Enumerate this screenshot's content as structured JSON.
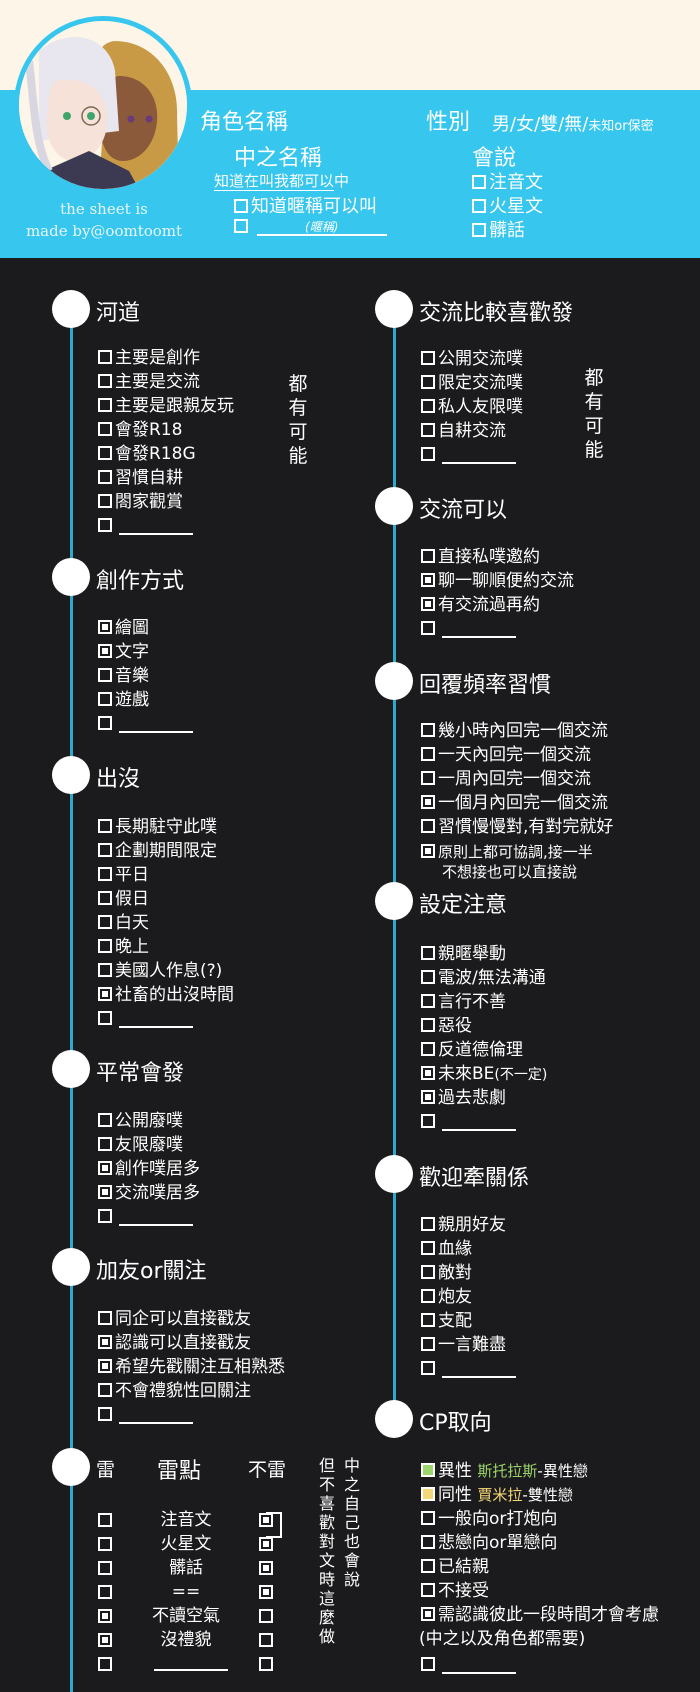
{
  "header": {
    "role_name": "角色名稱",
    "gender_label": "性別",
    "gender_options": "男/女/雙/無/",
    "gender_small": "未知or保密",
    "nickname_label": "中之名稱",
    "nickname_note_a": "知道在叫我都可以",
    "nickname_note_b": "中",
    "nickname_opt1": "知道暱稱可以叫",
    "nickname_blank_caption": "(暱稱)",
    "speak_label": "會說",
    "speak_opt1": "注音文",
    "speak_opt2": "火星文",
    "speak_opt3": "髒話",
    "credit_line1": "the sheet is",
    "credit_line2": "made by@oomtoomt"
  },
  "sections": {
    "hedao": {
      "title": "河道",
      "items": [
        "主要是創作",
        "主要是交流",
        "主要是跟親友玩",
        "會發R18",
        "會發R18G",
        "習慣自耕",
        "閤家觀賞"
      ],
      "checked": [
        false,
        false,
        false,
        false,
        false,
        false,
        false
      ],
      "note": [
        "都",
        "有",
        "可",
        "能"
      ]
    },
    "creation": {
      "title": "創作方式",
      "items": [
        "繪圖",
        "文字",
        "音樂",
        "遊戲"
      ],
      "checked": [
        true,
        true,
        false,
        false
      ]
    },
    "presence": {
      "title": "出沒",
      "items": [
        "長期駐守此噗",
        "企劃期間限定",
        "平日",
        "假日",
        "白天",
        "晚上",
        "美國人作息(?)",
        "社畜的出沒時間"
      ],
      "checked": [
        false,
        false,
        false,
        false,
        false,
        false,
        false,
        true
      ]
    },
    "posting": {
      "title": "平常會發",
      "items": [
        "公開廢噗",
        "友限廢噗",
        "創作噗居多",
        "交流噗居多"
      ],
      "checked": [
        false,
        false,
        true,
        true
      ]
    },
    "friend": {
      "title": "加友or關注",
      "items": [
        "同企可以直接戳友",
        "認識可以直接戳友",
        "希望先戳關注互相熟悉",
        "不會禮貌性回關注"
      ],
      "checked": [
        false,
        true,
        true,
        false
      ]
    },
    "exchange_pref": {
      "title": "交流比較喜歡發",
      "items": [
        "公開交流噗",
        "限定交流噗",
        "私人友限噗",
        "自耕交流"
      ],
      "checked": [
        false,
        false,
        false,
        false
      ],
      "note": [
        "都",
        "有",
        "可",
        "能"
      ]
    },
    "exchange_ok": {
      "title": "交流可以",
      "items": [
        "直接私噗邀約",
        "聊一聊順便約交流",
        "有交流過再約"
      ],
      "checked": [
        false,
        true,
        true
      ]
    },
    "reply": {
      "title": "回覆頻率習慣",
      "items": [
        "幾小時內回完一個交流",
        "一天內回完一個交流",
        "一周內回完一個交流",
        "一個月內回完一個交流",
        "習慣慢慢對,有對完就好"
      ],
      "checked": [
        false,
        false,
        false,
        true,
        false
      ],
      "extra_line1": "原則上都可協調,接一半",
      "extra_line2": "不想接也可以直接說"
    },
    "setting": {
      "title": "設定注意",
      "items": [
        "親暱舉動",
        "電波/無法溝通",
        "言行不善",
        "惡役",
        "反道德倫理",
        "未來BE",
        "過去悲劇"
      ],
      "checked": [
        false,
        false,
        false,
        false,
        false,
        true,
        true
      ],
      "be_note": "(不一定)"
    },
    "relation": {
      "title": "歡迎牽關係",
      "items": [
        "親朋好友",
        "血緣",
        "敵對",
        "炮友",
        "支配",
        "一言難盡"
      ],
      "checked": [
        false,
        false,
        false,
        false,
        false,
        false
      ]
    },
    "cp": {
      "title": "CP取向",
      "hetero_label": "異性",
      "hetero_name": "斯托拉斯",
      "hetero_suffix": "-異性戀",
      "homo_label": "同性",
      "homo_name": "賈米拉",
      "homo_suffix": "-雙性戀",
      "items": [
        "一般向or打炮向",
        "悲戀向or單戀向",
        "已結親",
        "不接受",
        "需認識彼此一段時間才會考慮"
      ],
      "checked": [
        false,
        false,
        false,
        false,
        true
      ],
      "last_note": "(中之以及角色都需要)"
    },
    "landmine": {
      "col1": "雷",
      "col2": "雷點",
      "col3": "不雷",
      "items": [
        "注音文",
        "火星文",
        "髒話",
        "==",
        "不讀空氣",
        "沒禮貌"
      ],
      "left_checked": [
        false,
        false,
        false,
        false,
        true,
        true
      ],
      "right_checked": [
        true,
        true,
        true,
        true,
        false,
        false
      ],
      "note_a": [
        "中",
        "之",
        "自",
        "己",
        "也",
        "會",
        "說"
      ],
      "note_b": [
        "但",
        "不",
        "喜",
        "歡",
        "對",
        "文",
        "時",
        "這",
        "麼",
        "做"
      ]
    }
  }
}
